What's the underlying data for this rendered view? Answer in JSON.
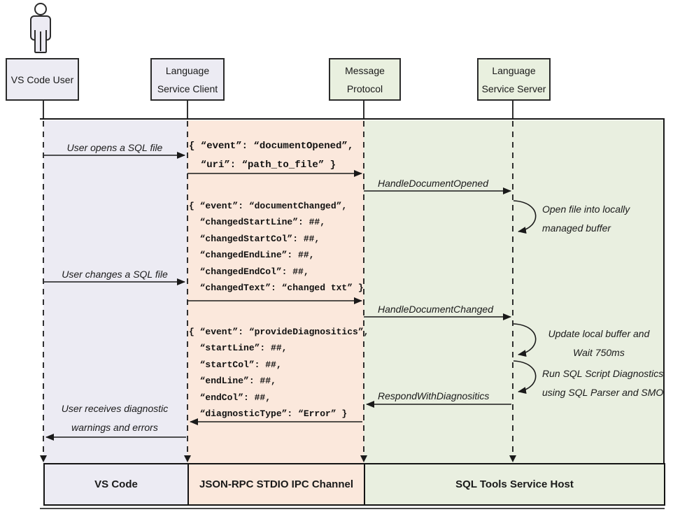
{
  "participants": {
    "user": {
      "label": "VS Code User"
    },
    "client": {
      "line1": "Language",
      "line2": "Service Client"
    },
    "protocol": {
      "line1": "Message",
      "line2": "Protocol"
    },
    "server": {
      "line1": "Language",
      "line2": "Service Server"
    }
  },
  "messages": {
    "user_opens": "User opens a SQL file",
    "doc_opened": [
      "{ “event”: “documentOpened”,",
      "  “uri”: “path_to_file” }"
    ],
    "handle_opened": "HandleDocumentOpened",
    "open_buffer": [
      "Open file into locally",
      "managed buffer"
    ],
    "user_changes": "User changes a SQL file",
    "doc_changed": [
      "{ “event”: “documentChanged”,",
      "  “changedStartLine”: ##,",
      "  “changedStartCol”: ##,",
      "  “changedEndLine”: ##,",
      "  “changedEndCol”: ##,",
      "  “changedText”: “changed txt” }"
    ],
    "handle_changed": "HandleDocumentChanged",
    "update_buffer": [
      "Update local buffer and",
      "Wait 750ms"
    ],
    "run_diagnostics": [
      "Run SQL Script Diagnostics",
      "using SQL Parser and SMO"
    ],
    "respond_diagnostics": "RespondWithDiagnositics",
    "provide_diagnostics": [
      "{ “event”: “provideDiagnositics”,",
      "  “startLine”: ##,",
      "  “startCol”: ##,",
      "  “endLine”: ##,",
      "  “endCol”: ##,",
      "  “diagnosticType”: “Error” }"
    ],
    "user_receives": [
      "User receives diagnostic",
      "warnings and errors"
    ]
  },
  "lanes": {
    "vscode": "VS Code",
    "channel": "JSON-RPC STDIO IPC Channel",
    "host": "SQL Tools Service Host"
  },
  "colors": {
    "user_lane": "#ecebf3",
    "channel_lane": "#fbe8dc",
    "host_lane": "#e9efe0",
    "stroke": "#1a1a1a"
  }
}
